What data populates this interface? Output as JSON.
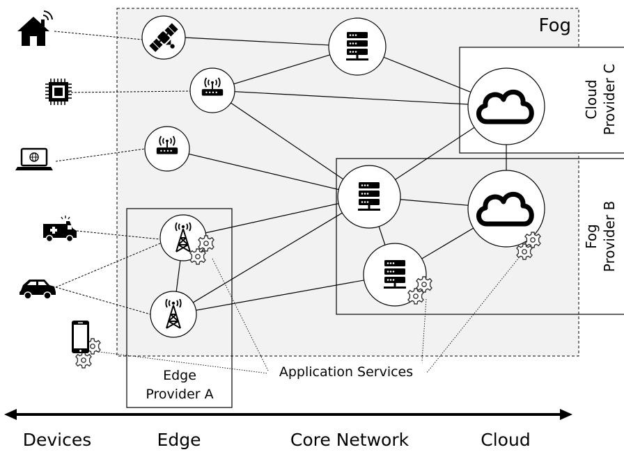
{
  "regions": {
    "fog": "Fog",
    "cloud_provider_c": [
      "Cloud",
      "Provider C"
    ],
    "fog_provider_b": [
      "Fog",
      "Provider B"
    ],
    "edge_provider_a": [
      "Edge",
      "Provider A"
    ]
  },
  "annotation": "Application Services",
  "axis": {
    "devices": "Devices",
    "edge": "Edge",
    "core_network": "Core Network",
    "cloud": "Cloud"
  },
  "icons": {
    "house": "house-wifi-icon",
    "chip": "microchip-icon",
    "laptop": "laptop-icon",
    "ambulance": "ambulance-icon",
    "car": "car-icon",
    "phone": "smartphone-icon",
    "satellite": "satellite-icon",
    "router": "wifi-router-icon",
    "tower": "cell-tower-icon",
    "server": "server-icon",
    "cloud": "cloud-icon",
    "gears": "gears-icon"
  }
}
